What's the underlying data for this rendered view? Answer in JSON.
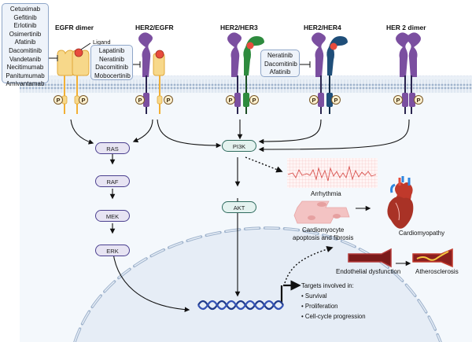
{
  "receptors": [
    {
      "title": "EGFR dimer"
    },
    {
      "title": "HER2/EGFR"
    },
    {
      "title": "HER2/HER3"
    },
    {
      "title": "HER2/HER4"
    },
    {
      "title": "HER 2 dimer"
    }
  ],
  "ligand_label": "Ligand",
  "phospho_label": "P",
  "drug_boxes": {
    "egfr": [
      "Cetuximab",
      "Gefitinib",
      "Erlotinib",
      "Osimertinib",
      "Afatinib",
      "Dacomitinib",
      "Vandetanib",
      "Necitimumab",
      "Panitumumab",
      "Amivantamab"
    ],
    "her2_egfr": [
      "Lapatinib",
      "Neratinib",
      "Dacomitinib",
      "Mobocertinib"
    ],
    "her2_her4": [
      "Neratinib",
      "Dacomitinib",
      "Afatinib"
    ]
  },
  "mapk_pathway": [
    "RAS",
    "RAF",
    "MEK",
    "ERK"
  ],
  "pi3k_pathway": [
    "PI3K",
    "AKT"
  ],
  "outcomes": {
    "arrhythmia": "Arrhythmia",
    "cardiomyocyte": [
      "Cardiomyocyte",
      "apoptosis and fibrosis"
    ],
    "cardiomyopathy": "Cardiomyopathy",
    "endothelial": "Endothelial dysfunction",
    "atherosclerosis": "Atherosclerosis"
  },
  "targets": {
    "heading": "Targets involved in:",
    "items": [
      "• Survival",
      "• Proliferation",
      "• Cell-cycle progression"
    ]
  },
  "colors": {
    "egfr": "#f2b035",
    "egfr_fill": "#f7d88a",
    "her2": "#7b4fa0",
    "her3": "#2e8b3e",
    "her4": "#1f4e79",
    "ligand": "#e84c3d",
    "membrane": "#9fb3cc",
    "cytoplasm": "#f4f8fc",
    "nucleus": "#e6edf6"
  }
}
